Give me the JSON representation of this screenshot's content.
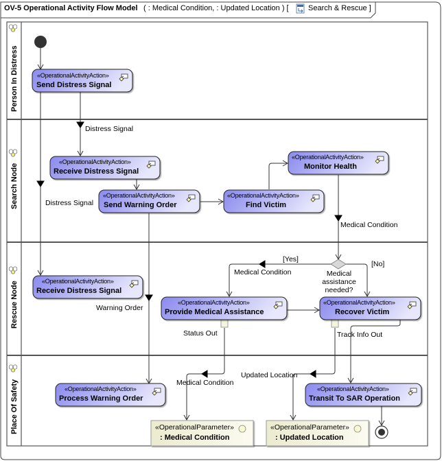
{
  "frame": {
    "diagram_type": "OV-5 Operational Activity Flow Model",
    "parameters": "(  : Medical Condition,  : Updated Location ) [",
    "owner": "Search & Rescue ]",
    "owner_icon": "activity-diagram-icon"
  },
  "lanes": [
    {
      "label": "Person In Distress",
      "icon": "partition-icon"
    },
    {
      "label": "Search Node",
      "icon": "partition-icon"
    },
    {
      "label": "Rescue Node",
      "icon": "partition-icon"
    },
    {
      "label": "Place Of Safety",
      "icon": "partition-icon"
    }
  ],
  "stereotype_action": "«OperationalActivityAction»",
  "stereotype_param": "«OperationalParameter»",
  "actions": {
    "send_distress_signal": "Send Distress Signal",
    "receive_distress_signal_search": "Receive Distress Signal",
    "send_warning_order": "Send Warning Order",
    "find_victim": "Find Victim",
    "monitor_health": "Monitor Health",
    "receive_distress_signal_rescue": "Receive Distress Signal",
    "provide_medical_assistance": "Provide Medical Assistance",
    "recover_victim": "Recover Victim",
    "process_warning_order": "Process Warning Order",
    "transit_to_sar_operation": "Transit To SAR Operation"
  },
  "parameters": {
    "medical_condition": ": Medical Condition",
    "updated_location": ": Updated Location"
  },
  "decision": {
    "question_line1": "Medical",
    "question_line2": "assistance",
    "question_line3": "needed?",
    "yes_guard": "[Yes]",
    "no_guard": "[No]"
  },
  "flow_labels": {
    "distress_signal_1": "Distress Signal",
    "distress_signal_2": "Distress Signal",
    "medical_condition_1": "Medical Condition",
    "medical_condition_2": "Medical Condition",
    "medical_condition_3": "Medical Condition",
    "warning_order": "Warning Order",
    "status_out": "Status Out",
    "track_info_out": "Track Info Out",
    "updated_location": "Updated Location"
  },
  "colors": {
    "action_fill_start": "#8f8ff0",
    "action_fill_end": "#e6e6fb",
    "param_fill": "#f4f4e0",
    "pin_fill": "#f4f4e0",
    "lane_border": "#555555",
    "initial_node": "#333333"
  }
}
